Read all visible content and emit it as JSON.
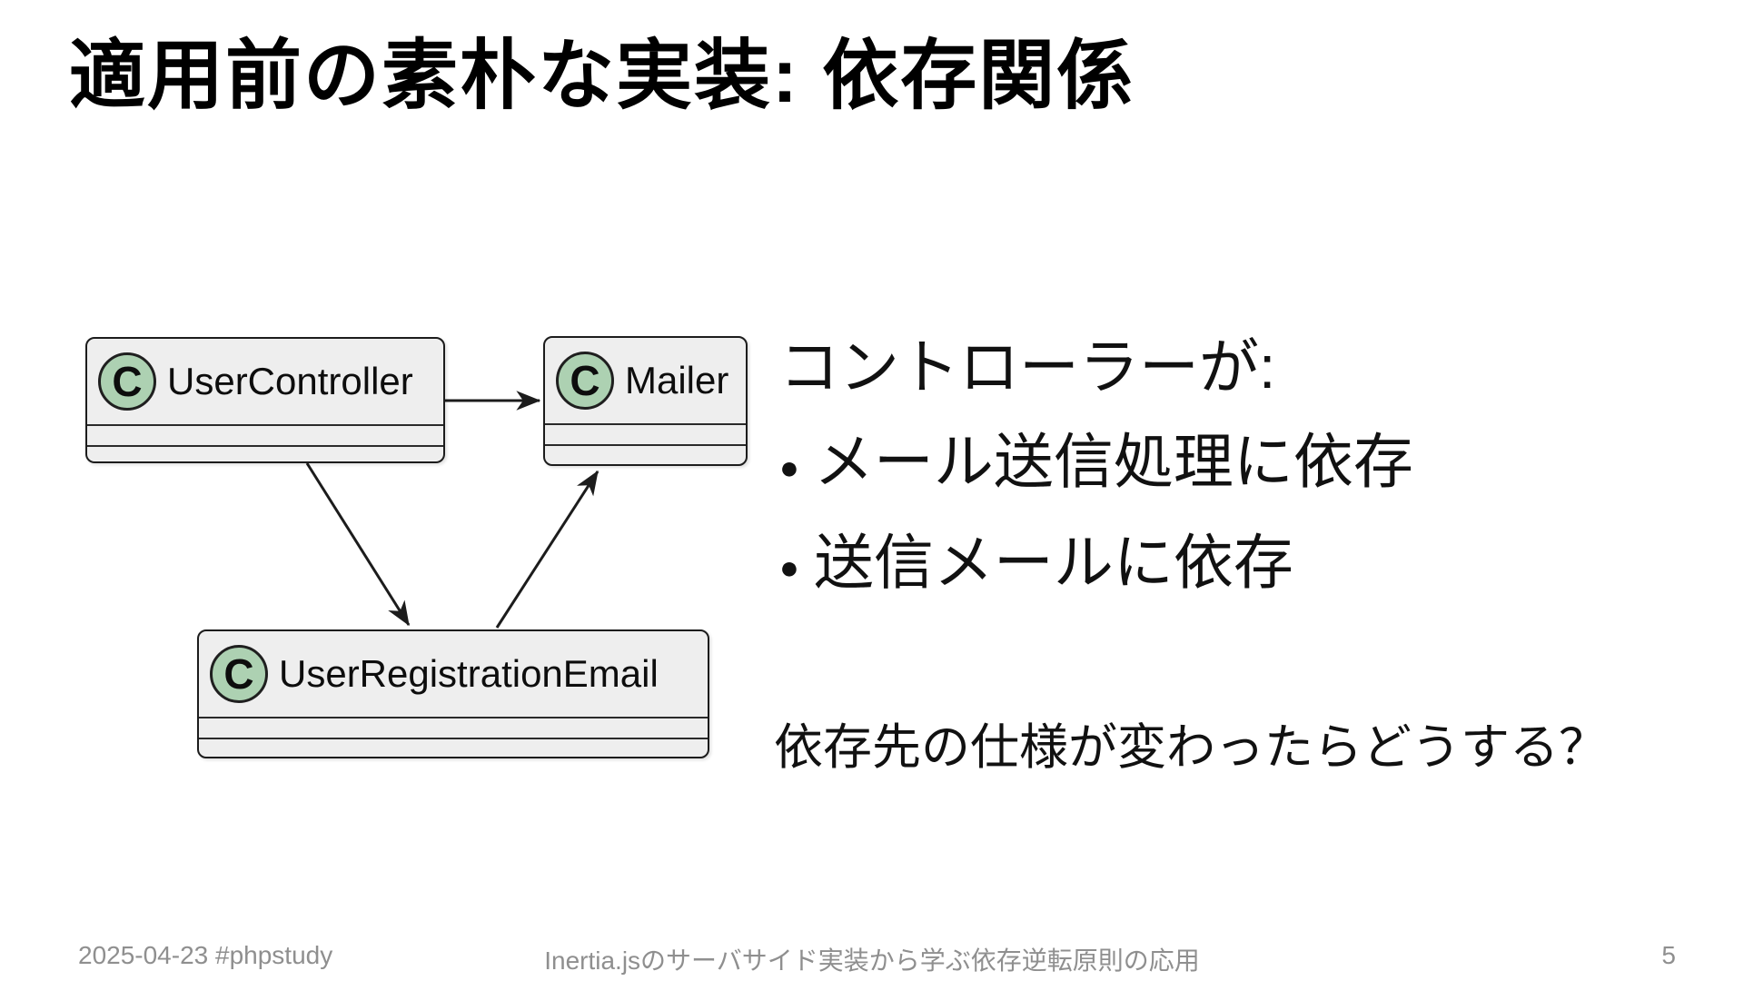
{
  "slide": {
    "title": "適用前の素朴な実装: 依存関係"
  },
  "diagram": {
    "icon_letter": "C",
    "icon_color": "#ADD1B2",
    "box_fill": "#EEEEEE",
    "classes": [
      {
        "name": "UserController"
      },
      {
        "name": "Mailer"
      },
      {
        "name": "UserRegistrationEmail"
      }
    ],
    "relations": [
      {
        "from": "UserController",
        "to": "Mailer"
      },
      {
        "from": "UserController",
        "to": "UserRegistrationEmail"
      },
      {
        "from": "UserRegistrationEmail",
        "to": "Mailer"
      }
    ]
  },
  "notes": {
    "heading": "コントローラーが:",
    "bullets": [
      "メール送信処理に依存",
      "送信メールに依存"
    ],
    "question": "依存先の仕様が変わったらどうする？"
  },
  "footer": {
    "left": "2025-04-23 #phpstudy",
    "center": "Inertia.jsのサーバサイド実装から学ぶ依存逆転原則の応用",
    "page": "5"
  }
}
